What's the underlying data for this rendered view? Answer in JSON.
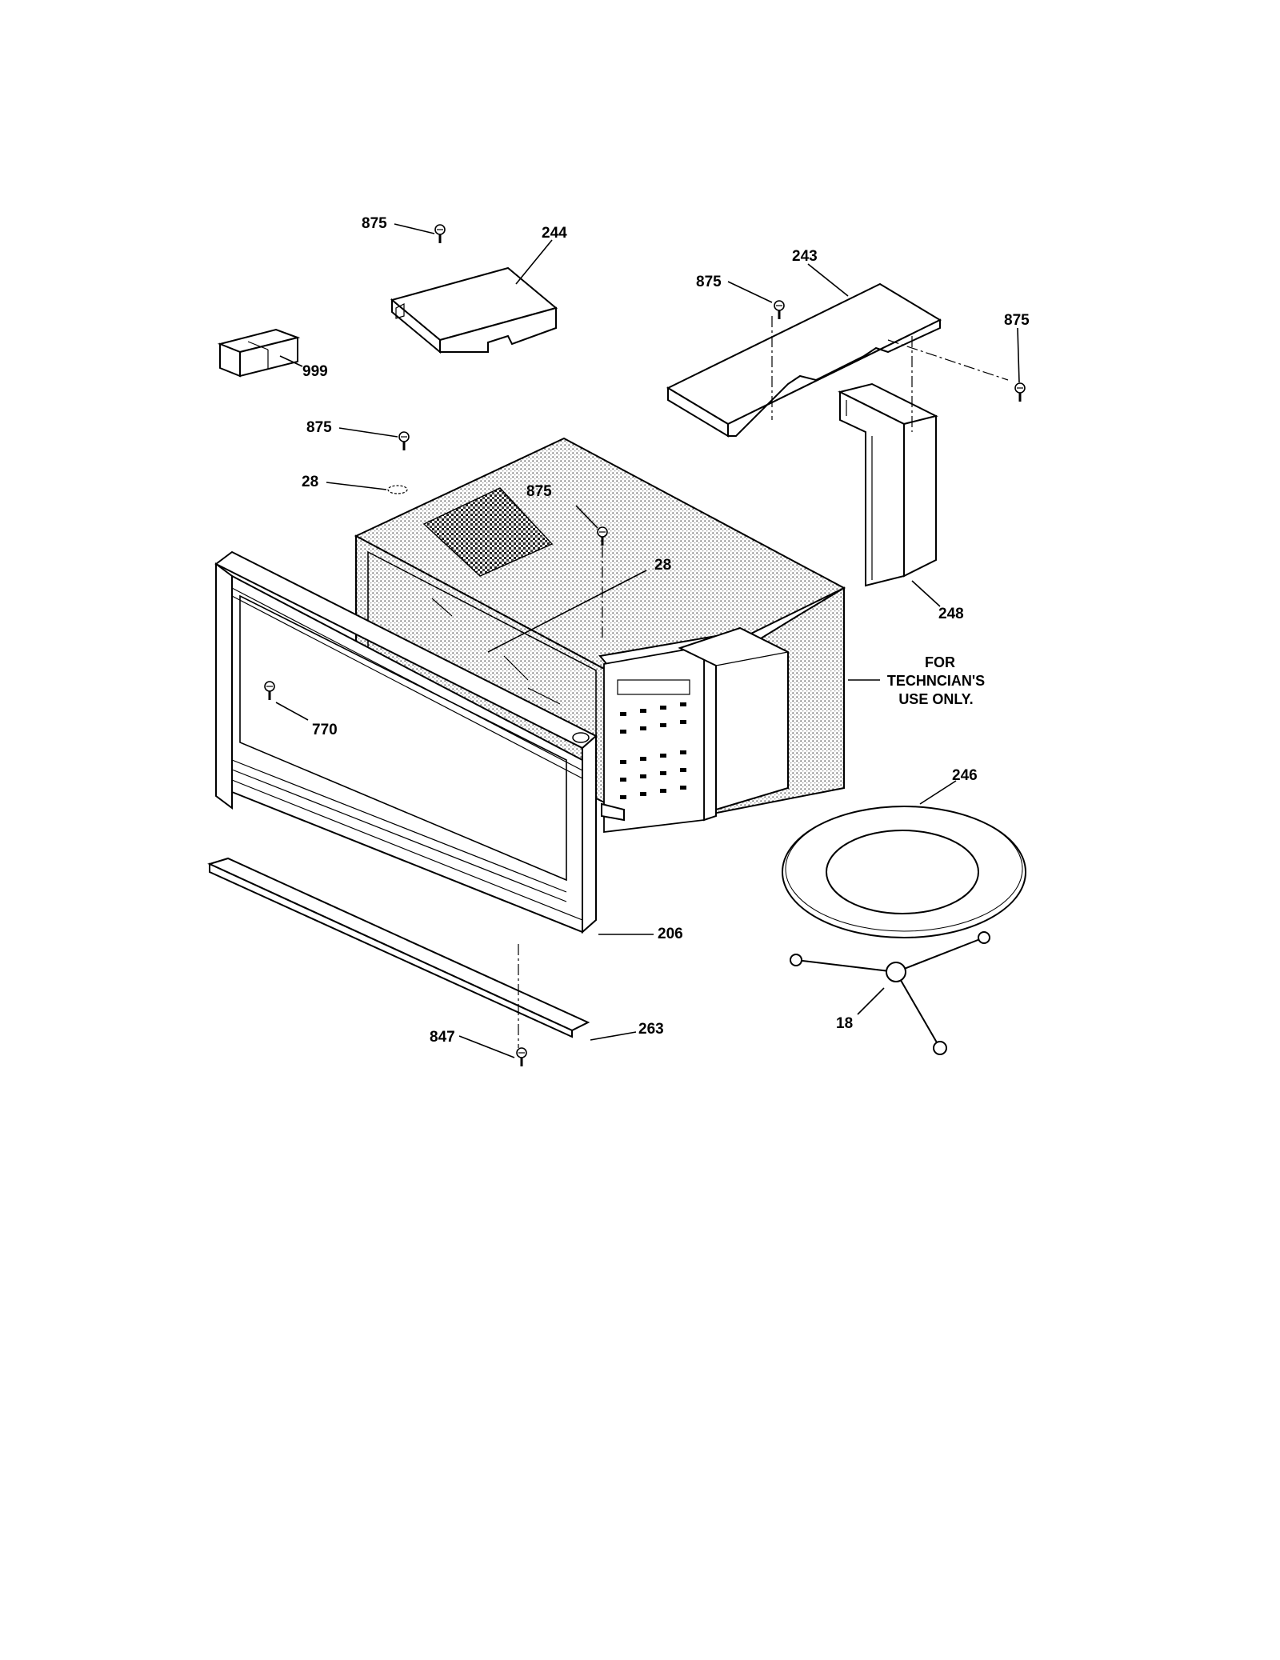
{
  "callouts": {
    "screw_top_left": "875",
    "vent_cover": "244",
    "top_cover": "243",
    "screw_top_mid": "875",
    "screw_right": "875",
    "package": "999",
    "screw_left_mid": "875",
    "clip_left": "28",
    "screw_center": "875",
    "clip_center": "28",
    "duct": "248",
    "screw_frame": "770",
    "turntable": "246",
    "frame": "206",
    "trim": "263",
    "screw_bottom": "847",
    "roller": "18"
  },
  "note": {
    "line1": "FOR",
    "line2": "TECHNCIAN'S",
    "line3": "USE ONLY."
  }
}
